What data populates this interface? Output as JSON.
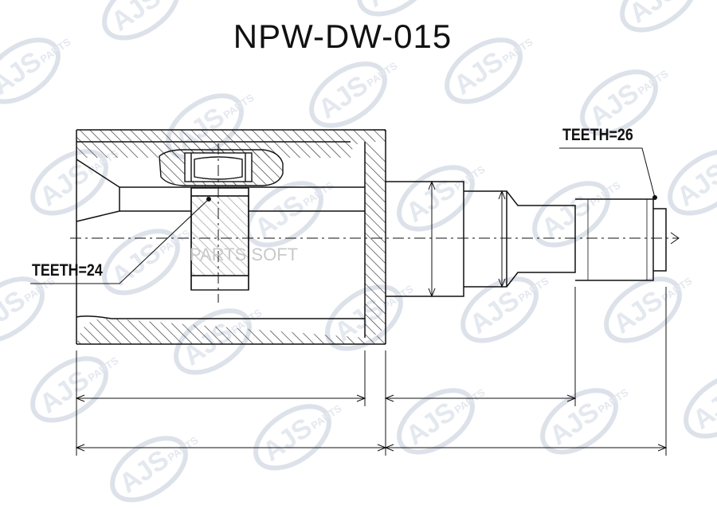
{
  "title": "NPW-DW-015",
  "watermark": {
    "brand": "AJS",
    "suffix": "PARTS",
    "overlay_text": "PARTS SOFT",
    "brand_color": "#dde2ea"
  },
  "callouts": {
    "left_teeth": "TEETH=24",
    "right_teeth": "TEETH=26"
  },
  "colors": {
    "line": "#111111",
    "hatch": "#333333"
  }
}
